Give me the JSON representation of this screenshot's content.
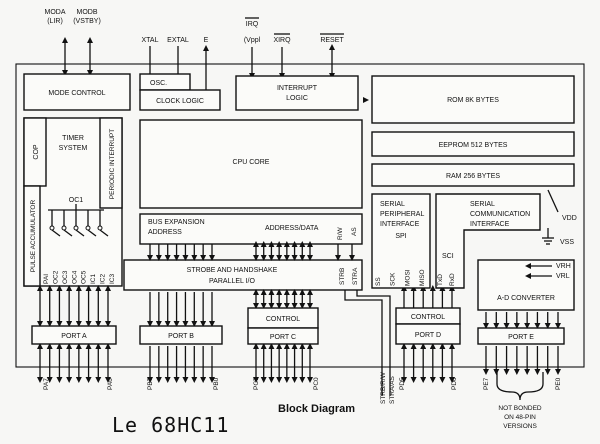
{
  "labels": {
    "moda": "MODA",
    "moda_sub": "(LIR)",
    "modb": "MODB",
    "modb_sub": "(VSTBY)",
    "xtal": "XTAL",
    "extal": "EXTAL",
    "e": "E",
    "irq": "IRQ",
    "irq_sub": "(Vppl",
    "xirq": "XIRQ",
    "reset": "RESET",
    "mode_control": "MODE CONTROL",
    "osc": "OSC.",
    "clock_logic": "CLOCK LOGIC",
    "interrupt": "INTERRUPT",
    "logic": "LOGIC",
    "rom": "ROM 8K BYTES",
    "eeprom": "EEPROM 512 BYTES",
    "ram": "RAM 256 BYTES",
    "cop": "COP",
    "timer": "TIMER",
    "system": "SYSTEM",
    "periodic_interrupt": "PERIODIC INTERRUPT",
    "pulse_accumulator": "PULSE ACCUMULATOR",
    "oc1": "OC1",
    "cpu_core": "CPU CORE",
    "bus_expansion": "BUS EXPANSION",
    "address": "ADDRESS",
    "address_data": "ADDRESS/DATA",
    "rw": "R/W",
    "as": "AS",
    "strobe_handshake": "STROBE AND HANDSHAKE",
    "parallel_io": "PARALLEL I/O",
    "strb": "STRB",
    "stra": "STRA",
    "serial_peripheral_1": "SERIAL",
    "serial_peripheral_2": "PERIPHERAL",
    "serial_peripheral_3": "INTERFACE",
    "spi": "SPI",
    "serial_comm_1": "SERIAL",
    "serial_comm_2": "COMMUNICATION",
    "serial_comm_3": "INTERFACE",
    "sci": "SCI",
    "vdd": "VDD",
    "vss": "VSS",
    "vrh": "VRH",
    "vrl": "VRL",
    "ad_converter": "A-D CONVERTER",
    "control": "CONTROL",
    "port_a": "PORT A",
    "port_b": "PORT B",
    "port_c": "PORT C",
    "port_d": "PORT D",
    "port_e": "PORT E",
    "pa7": "PA7",
    "pa0": "PA0",
    "pb7": "PB7",
    "pb0": "PB0",
    "pc7": "PC7",
    "pc0": "PC0",
    "pd5": "PD5",
    "pd0": "PD0",
    "pe7": "PE7",
    "pe0": "PE0",
    "strb_rw": "STRB/R/W",
    "stra_as": "STRA/AS",
    "not_bonded_1": "NOT BONDED",
    "not_bonded_2": "ON 48-PIN",
    "not_bonded_3": "VERSIONS",
    "block_diagram": "Block Diagram",
    "title": "Le 68HC11"
  },
  "signals": {
    "timer": [
      "PAI",
      "OC2",
      "OC3",
      "OC4",
      "OC5",
      "IC1",
      "IC2",
      "IC3"
    ],
    "spi": [
      "SS",
      "SCK",
      "MOSI",
      "MISO"
    ],
    "sci": [
      "TxD",
      "RxD"
    ]
  }
}
